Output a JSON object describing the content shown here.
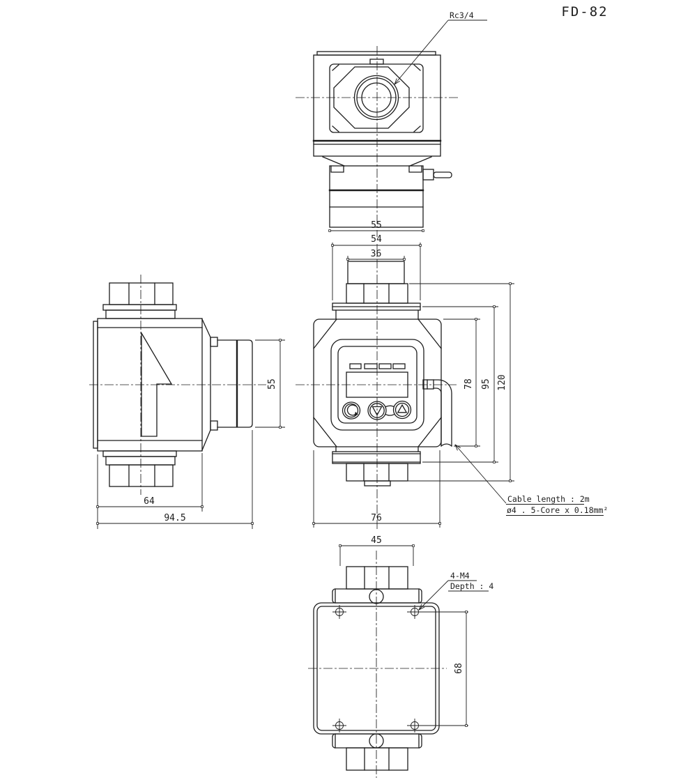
{
  "title": "FD-82",
  "notes": {
    "port_label": "Rc3/4",
    "cable_line1": "Cable length : 2m",
    "cable_line2": "ø4 . 5-Core x 0.18mm²",
    "screw_line1": "4-M4",
    "screw_line2": "Depth : 4"
  },
  "dims": {
    "top_width": "55",
    "connector_width": "54",
    "pipe_width": "36",
    "display_height": "55",
    "side_body_width": "64",
    "side_overall_width": "94.5",
    "front_body_height": "78",
    "front_flange_height": "95",
    "front_overall_height": "120",
    "front_body_width": "76",
    "hex_width": "45",
    "hole_spacing": "68"
  },
  "colors": {
    "line": "#1c1c1c",
    "background": "#ffffff"
  }
}
